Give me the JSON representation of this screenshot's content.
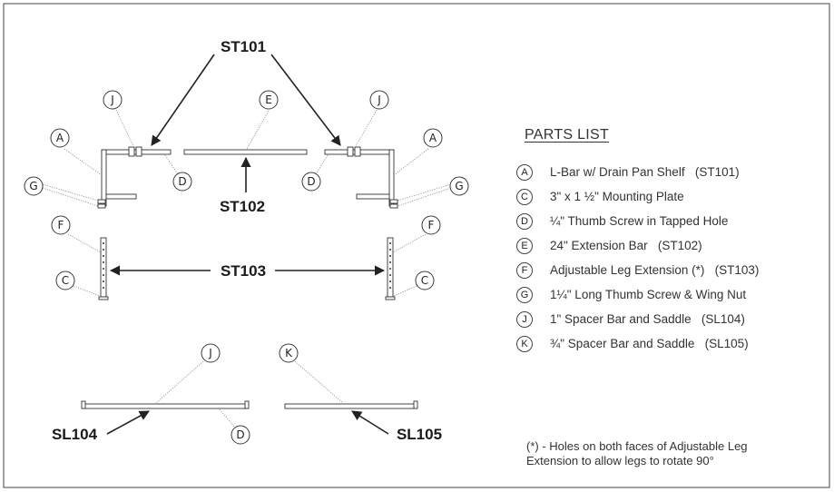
{
  "callouts": {
    "st101": "ST101",
    "st102": "ST102",
    "st103": "ST103",
    "sl104": "SL104",
    "sl105": "SL105"
  },
  "letters": {
    "a": "A",
    "c": "C",
    "d": "D",
    "e": "E",
    "f": "F",
    "g": "G",
    "j": "J",
    "k": "K"
  },
  "parts_list": {
    "title": "PARTS LIST",
    "items": [
      {
        "letter": "A",
        "text": "L-Bar w/ Drain Pan Shelf   (ST101)"
      },
      {
        "letter": "C",
        "text": "3\" x 1 ½\" Mounting Plate"
      },
      {
        "letter": "D",
        "text": "¼\" Thumb Screw in Tapped Hole"
      },
      {
        "letter": "E",
        "text": "24\" Extension Bar   (ST102)"
      },
      {
        "letter": "F",
        "text": "Adjustable Leg Extension (*)   (ST103)"
      },
      {
        "letter": "G",
        "text": "1¼\" Long Thumb Screw & Wing Nut"
      },
      {
        "letter": "J",
        "text": "1\" Spacer Bar and Saddle   (SL104)"
      },
      {
        "letter": "K",
        "text": "¾\" Spacer Bar and Saddle   (SL105)"
      }
    ]
  },
  "footnote": {
    "line1": "(*) - Holes on both faces of Adjustable Leg",
    "line2": "Extension to allow legs to rotate 90°"
  }
}
